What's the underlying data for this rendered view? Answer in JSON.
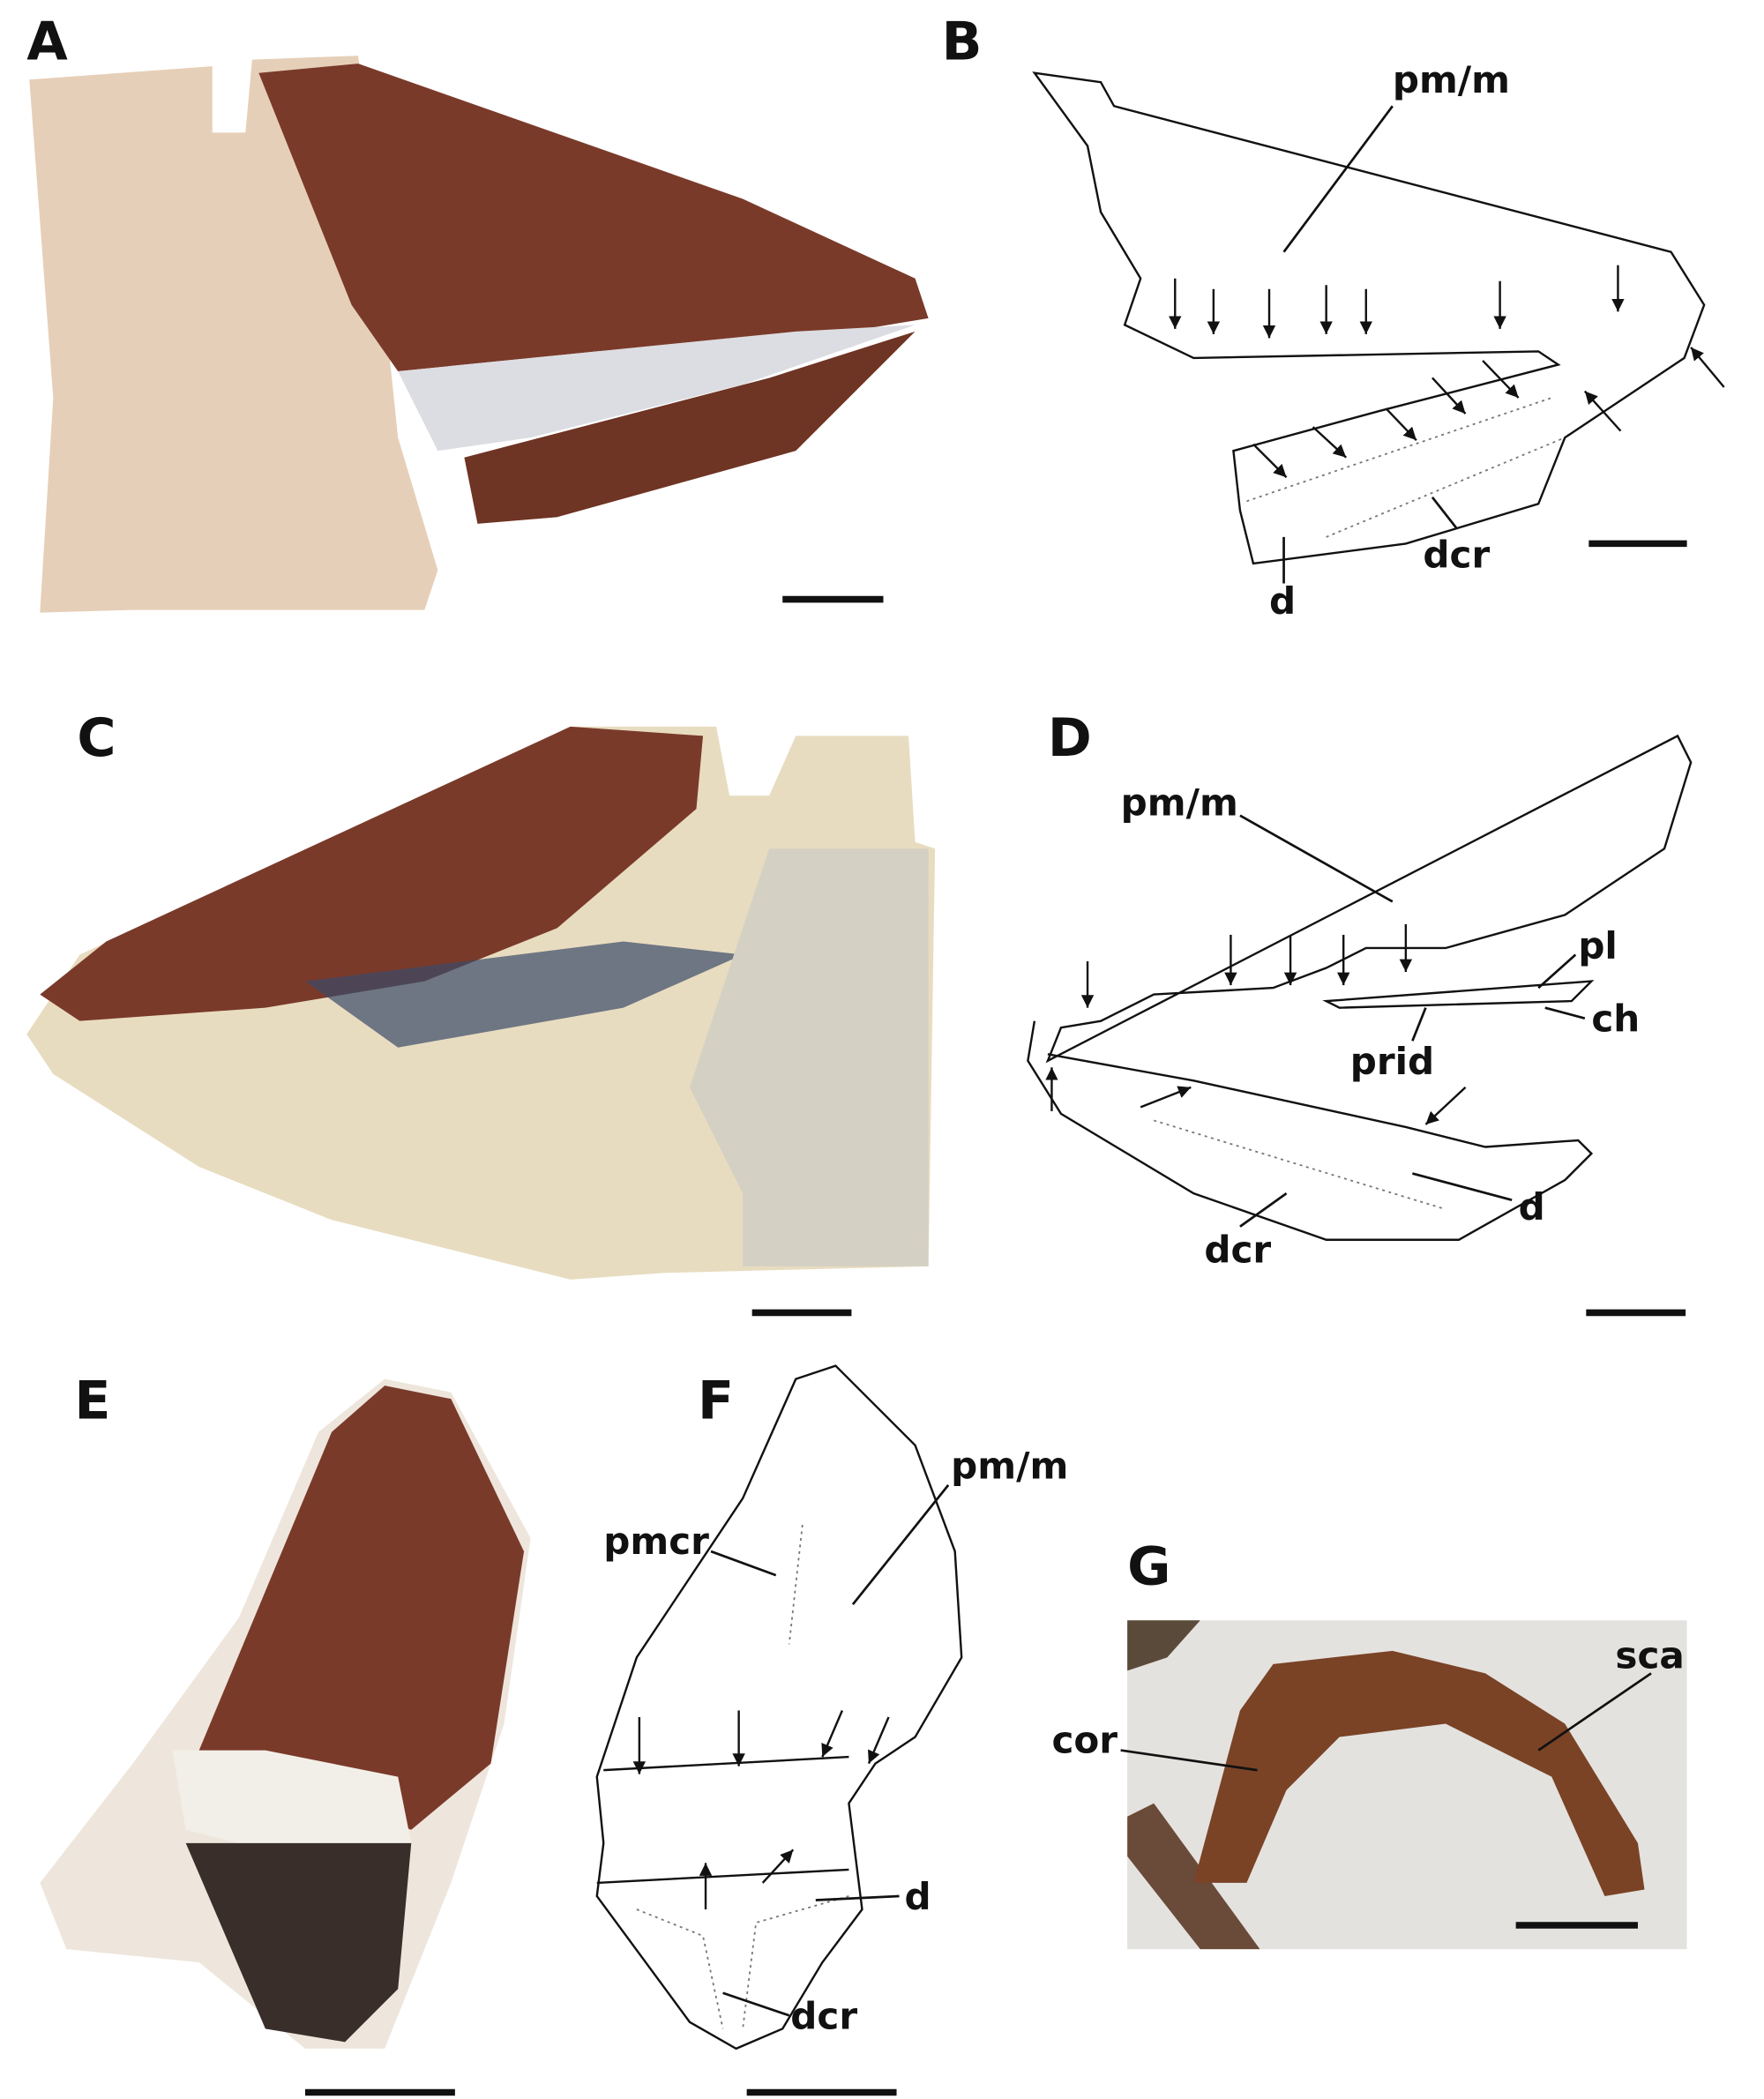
{
  "panels": {
    "A": {
      "label": "A"
    },
    "B": {
      "label": "B",
      "annotations": {
        "pm_m": "pm/m",
        "dcr": "dcr",
        "d": "d"
      }
    },
    "C": {
      "label": "C"
    },
    "D": {
      "label": "D",
      "annotations": {
        "pm_m": "pm/m",
        "pl": "pl",
        "ch": "ch",
        "prid": "prid",
        "d": "d",
        "dcr": "dcr"
      }
    },
    "E": {
      "label": "E"
    },
    "F": {
      "label": "F",
      "annotations": {
        "pm_m": "pm/m",
        "pmcr": "pmcr",
        "d": "d",
        "dcr": "dcr"
      }
    },
    "G": {
      "label": "G",
      "annotations": {
        "sca": "sca",
        "cor": "cor"
      }
    }
  },
  "colors": {
    "bone": "#7a3a2a",
    "matrix": "#e6cfb8",
    "matrix_c": "#e8dcc0",
    "background": "#ffffff"
  }
}
